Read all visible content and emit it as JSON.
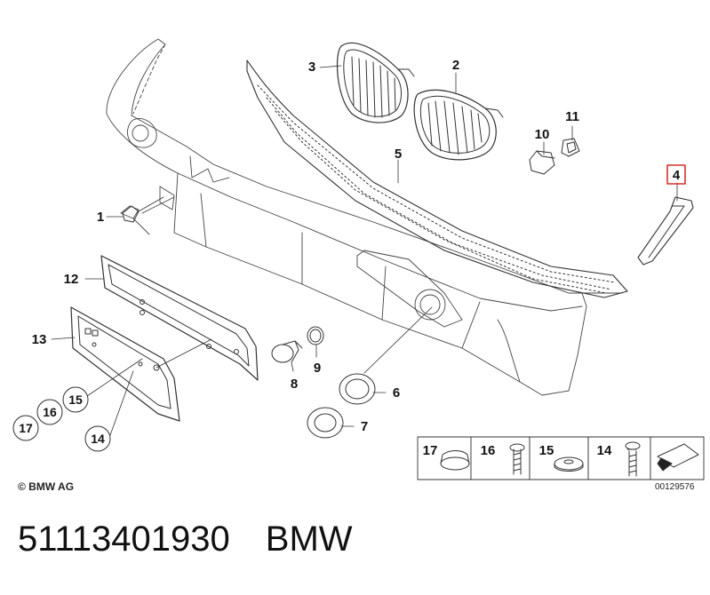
{
  "diagram": {
    "copyright": "© BMW AG",
    "diagram_id": "00129576",
    "callouts": [
      "1",
      "2",
      "3",
      "4",
      "5",
      "6",
      "7",
      "8",
      "9",
      "10",
      "11",
      "12",
      "13",
      "14",
      "15",
      "16",
      "17"
    ],
    "legend_items": [
      "17",
      "16",
      "15",
      "14"
    ],
    "highlighted_callout": "4",
    "highlight_color": "#d9302c"
  },
  "footer": {
    "part_number": "51113401930",
    "brand": "BMW"
  }
}
